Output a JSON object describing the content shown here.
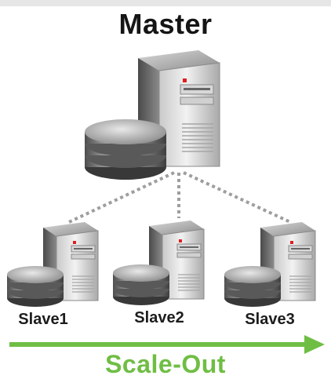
{
  "title": "Master",
  "nodes": {
    "master": {
      "label": "Master"
    },
    "slaves": [
      {
        "label": "Slave1"
      },
      {
        "label": "Slave2"
      },
      {
        "label": "Slave3"
      }
    ]
  },
  "scale": {
    "label": "Scale-Out"
  },
  "colors": {
    "accent_green": "#6fbe44",
    "server_gray": "#9a9a9a",
    "connector": "#9e9e9e",
    "status_led": "#e0201e"
  },
  "icons": [
    "server-tower-icon",
    "database-disk-stack-icon",
    "arrow-right-icon"
  ]
}
